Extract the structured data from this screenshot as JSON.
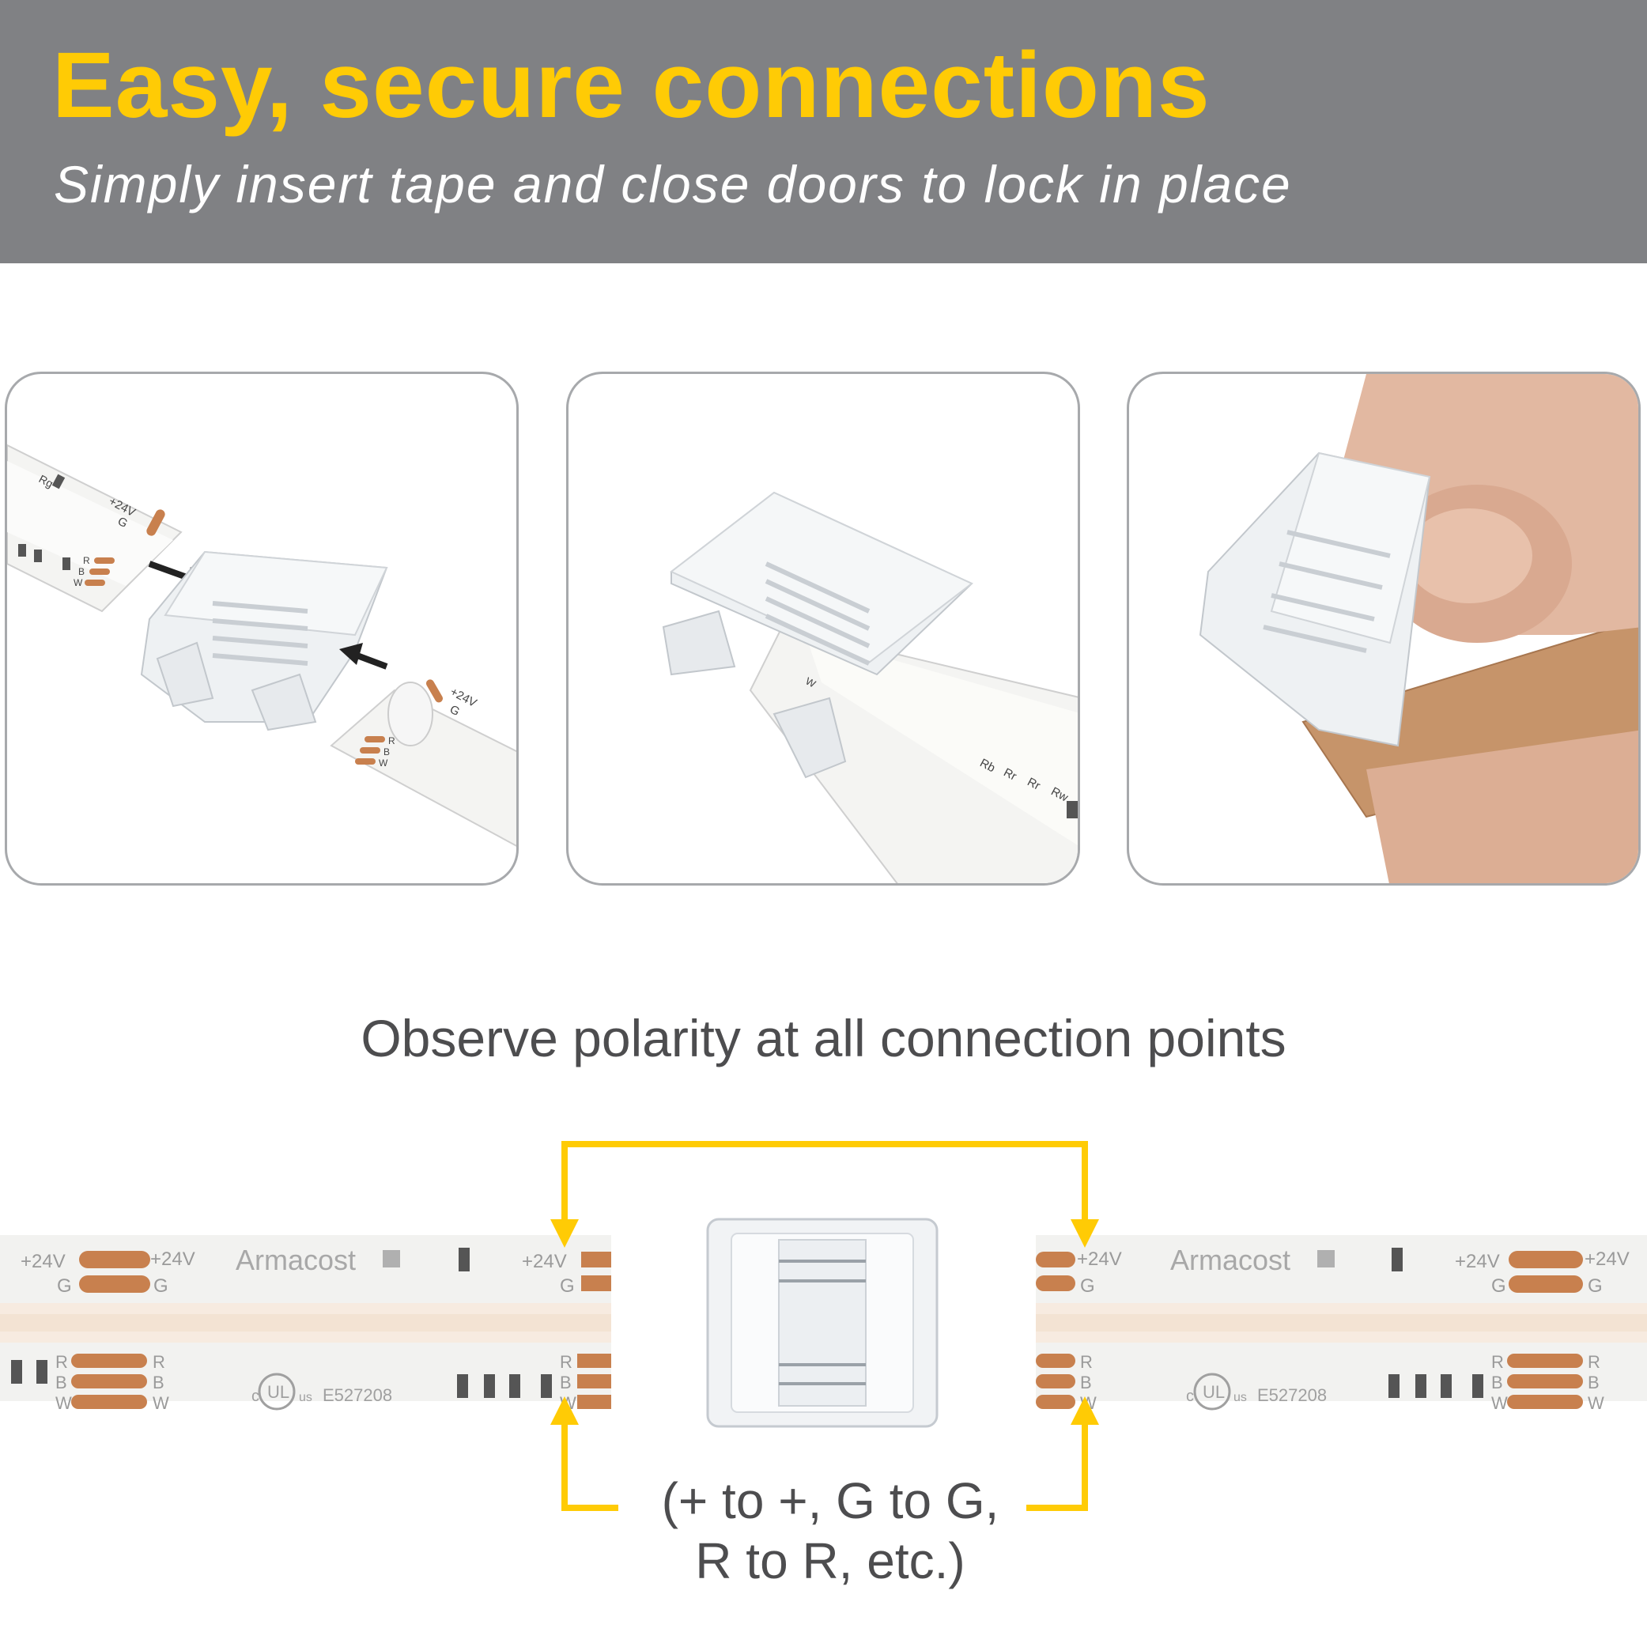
{
  "header": {
    "title": "Easy, secure connections",
    "subtitle": "Simply insert tape and close doors to lock in place"
  },
  "panels": [
    {
      "tape_labels": [
        "Rg",
        "+24V",
        "G",
        "R",
        "B",
        "W",
        "+24V",
        "G",
        "R",
        "B",
        "W"
      ]
    },
    {
      "tape_labels": [
        "Rb",
        "Rr",
        "Rr",
        "Rw",
        "W"
      ]
    },
    {
      "tape_labels": []
    }
  ],
  "polarity": {
    "heading": "Observe polarity at all connection points",
    "note_line1": "(+ to +, G to G,",
    "note_line2": "R to R, etc.)"
  },
  "tape_strip": {
    "brand": "Armacost",
    "cert": "E527208",
    "ul_marks": [
      "c",
      "UL",
      "us"
    ],
    "pad_labels": {
      "plus": "+24V",
      "g": "G",
      "r": "R",
      "b": "B",
      "w": "W"
    }
  },
  "colors": {
    "header_bg": "#808184",
    "title": "#FFCB05",
    "accent_arrow": "#FFCB05",
    "copper_pad": "#C8804E",
    "panel_border": "#A7A9AC",
    "text_gray": "#4D4D4F"
  }
}
